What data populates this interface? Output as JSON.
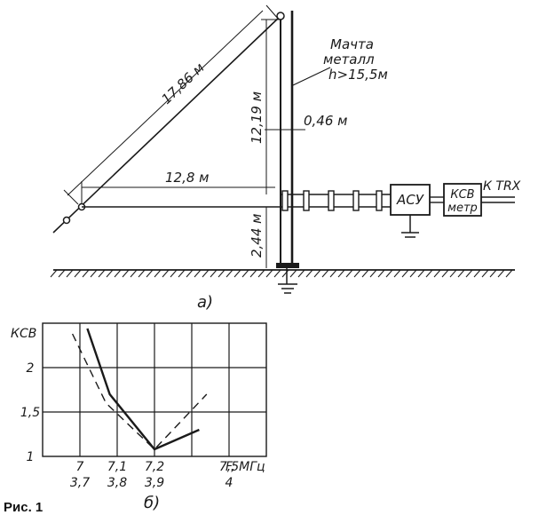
{
  "diagram": {
    "mast_label_1": "Мачта",
    "mast_label_2": "металл",
    "mast_label_3": "h>15,5м",
    "dim_diagonal": "17,86 м",
    "dim_vertical_upper": "12,19 м",
    "dim_horizontal": "12,8 м",
    "dim_spacing": "0,46 м",
    "dim_height_lower": "2,44 м",
    "tuner_label": "АСУ",
    "swr_meter_label_1": "КСВ",
    "swr_meter_label_2": "метр",
    "trx_label": "К TRX",
    "subfig_a": "а)",
    "subfig_b": "б)",
    "caption": "Рис. 1"
  },
  "chart_data": {
    "type": "line",
    "ylabel": "КСВ",
    "xlabel": "F, МГц",
    "x_ticks": [
      7.0,
      7.1,
      7.2,
      7.3,
      7.4,
      7.5
    ],
    "x_tick_labels_top": [
      "7",
      "7,1",
      "7,2",
      "7,5"
    ],
    "x_tick_labels_bottom": [
      "3,7",
      "3,8",
      "3,9",
      "4"
    ],
    "y_ticks": [
      1,
      1.5,
      2
    ],
    "y_tick_labels": [
      "1",
      "1,5",
      "2"
    ],
    "xlim": [
      6.9,
      7.5
    ],
    "ylim": [
      1,
      2.5
    ],
    "grid": true,
    "series": [
      {
        "style": "solid",
        "x": [
          7.02,
          7.08,
          7.2,
          7.32
        ],
        "y": [
          2.44,
          1.7,
          1.08,
          1.3
        ]
      },
      {
        "style": "dashed",
        "x": [
          6.98,
          7.07,
          7.2,
          7.34
        ],
        "y": [
          2.38,
          1.6,
          1.08,
          1.7
        ]
      }
    ]
  }
}
